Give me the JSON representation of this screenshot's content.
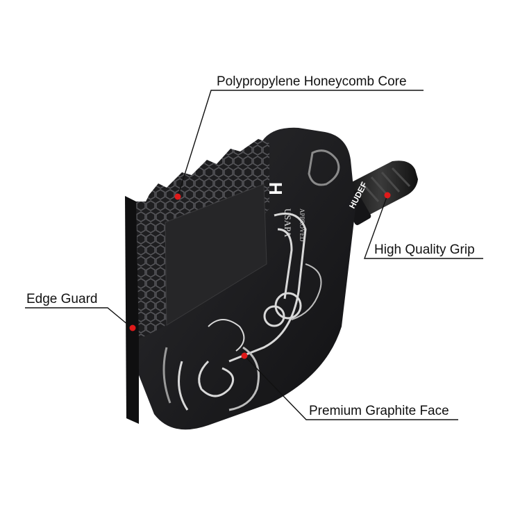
{
  "callouts": {
    "core": "Polypropylene Honeycomb Core",
    "grip": "High Quality Grip",
    "edge": "Edge Guard",
    "face": "Premium Graphite Face"
  },
  "paddle": {
    "brand": "HUDEF",
    "approval_mark": "USAPA",
    "approval_sub": "APPROVED"
  },
  "colors": {
    "callout_dot": "#e01a1a",
    "paddle_body": "#1b1b1d",
    "honeycomb": "#2a2a2c",
    "pattern": "#d9d9d9"
  }
}
